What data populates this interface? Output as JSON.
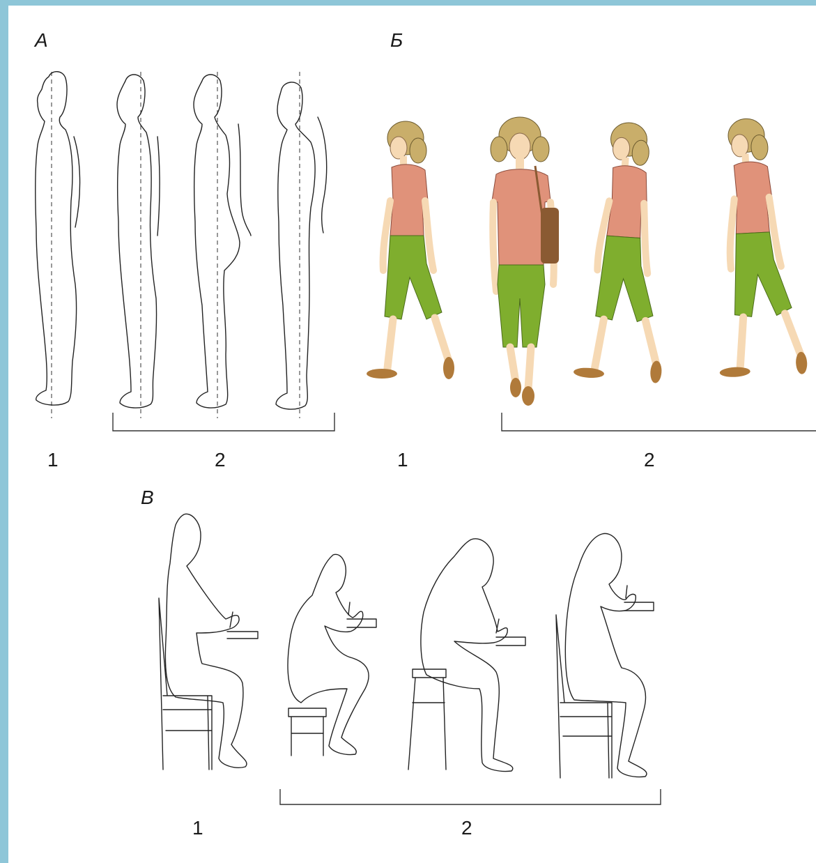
{
  "sections": {
    "a": {
      "title": "А",
      "label_1": "1",
      "label_2": "2"
    },
    "b": {
      "title": "Б",
      "label_1": "1",
      "label_2": "2"
    },
    "v": {
      "title": "В",
      "label_1": "1",
      "label_2": "2"
    }
  },
  "colors": {
    "background_border": "#8ec6d8",
    "hair": "#c9ae6a",
    "shirt": "#e0927a",
    "pants": "#7fae2e",
    "skin": "#f6d9b4",
    "sandal": "#b07a3a",
    "bag": "#8a5a32"
  }
}
